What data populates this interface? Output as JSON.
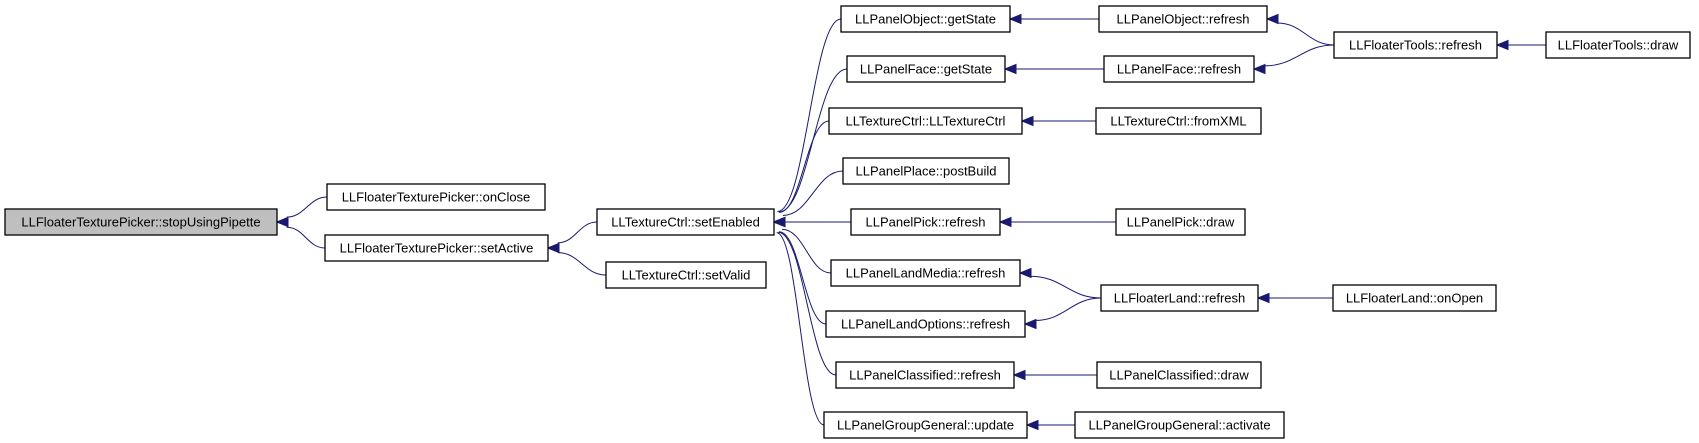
{
  "diagram": {
    "nodes": [
      {
        "id": "n0",
        "label": "LLFloaterTexturePicker::stopUsingPipette",
        "root": true
      },
      {
        "id": "n1",
        "label": "LLFloaterTexturePicker::onClose"
      },
      {
        "id": "n2",
        "label": "LLFloaterTexturePicker::setActive"
      },
      {
        "id": "n3",
        "label": "LLTextureCtrl::setEnabled"
      },
      {
        "id": "n4",
        "label": "LLTextureCtrl::setValid"
      },
      {
        "id": "n5",
        "label": "LLPanelObject::getState"
      },
      {
        "id": "n6",
        "label": "LLPanelFace::getState"
      },
      {
        "id": "n7",
        "label": "LLTextureCtrl::LLTextureCtrl"
      },
      {
        "id": "n8",
        "label": "LLPanelPlace::postBuild"
      },
      {
        "id": "n9",
        "label": "LLPanelPick::refresh"
      },
      {
        "id": "n10",
        "label": "LLPanelLandMedia::refresh"
      },
      {
        "id": "n11",
        "label": "LLPanelLandOptions::refresh"
      },
      {
        "id": "n12",
        "label": "LLPanelClassified::refresh"
      },
      {
        "id": "n13",
        "label": "LLPanelGroupGeneral::update"
      },
      {
        "id": "n14",
        "label": "LLPanelObject::refresh"
      },
      {
        "id": "n15",
        "label": "LLPanelFace::refresh"
      },
      {
        "id": "n16",
        "label": "LLTextureCtrl::fromXML"
      },
      {
        "id": "n17",
        "label": "LLPanelPick::draw"
      },
      {
        "id": "n18",
        "label": "LLFloaterLand::refresh"
      },
      {
        "id": "n19",
        "label": "LLPanelClassified::draw"
      },
      {
        "id": "n20",
        "label": "LLPanelGroupGeneral::activate"
      },
      {
        "id": "n21",
        "label": "LLFloaterTools::refresh"
      },
      {
        "id": "n22",
        "label": "LLFloaterTools::draw"
      },
      {
        "id": "n23",
        "label": "LLFloaterLand::onOpen"
      }
    ],
    "edges": [
      {
        "from": "n1",
        "to": "n0"
      },
      {
        "from": "n2",
        "to": "n0"
      },
      {
        "from": "n3",
        "to": "n2"
      },
      {
        "from": "n4",
        "to": "n2"
      },
      {
        "from": "n5",
        "to": "n3"
      },
      {
        "from": "n6",
        "to": "n3"
      },
      {
        "from": "n7",
        "to": "n3"
      },
      {
        "from": "n8",
        "to": "n3"
      },
      {
        "from": "n9",
        "to": "n3"
      },
      {
        "from": "n10",
        "to": "n3"
      },
      {
        "from": "n11",
        "to": "n3"
      },
      {
        "from": "n12",
        "to": "n3"
      },
      {
        "from": "n13",
        "to": "n3"
      },
      {
        "from": "n14",
        "to": "n5"
      },
      {
        "from": "n15",
        "to": "n6"
      },
      {
        "from": "n16",
        "to": "n7"
      },
      {
        "from": "n17",
        "to": "n9"
      },
      {
        "from": "n18",
        "to": "n10"
      },
      {
        "from": "n18",
        "to": "n11"
      },
      {
        "from": "n19",
        "to": "n12"
      },
      {
        "from": "n20",
        "to": "n13"
      },
      {
        "from": "n21",
        "to": "n14"
      },
      {
        "from": "n21",
        "to": "n15"
      },
      {
        "from": "n22",
        "to": "n21"
      },
      {
        "from": "n23",
        "to": "n18"
      }
    ]
  }
}
